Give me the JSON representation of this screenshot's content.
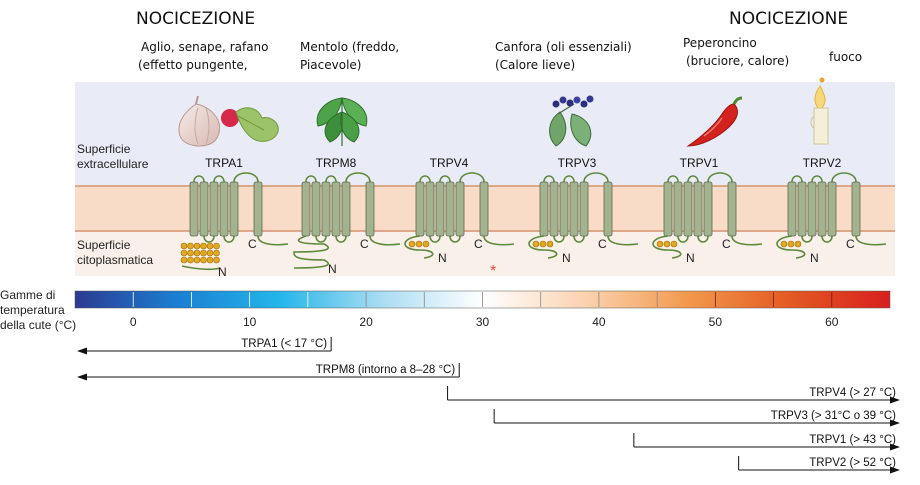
{
  "headers": {
    "left": "NOCICEZIONE",
    "right": "NOCICEZIONE"
  },
  "stimuli": [
    {
      "line1": "Aglio, senape, rafano",
      "line2": "(effetto pungente,"
    },
    {
      "line1": "Mentolo (freddo,",
      "line2": "Piacevole)"
    },
    {
      "line1": "Canfora (oli essenziali)",
      "line2": "(Calore lieve)"
    },
    {
      "line1": "Peperoncino",
      "line2": "(bruciore, calore)"
    },
    {
      "line1": "fuoco",
      "line2": ""
    }
  ],
  "membrane": {
    "extracellular": [
      "Superficie",
      "extracellulare"
    ],
    "cytoplasmic": [
      "Superficie",
      "citoplasmatica"
    ],
    "n_label": "N",
    "c_label": "C"
  },
  "channels": [
    {
      "name": "TRPA1",
      "n_dots": 18,
      "icon": "garlic-radish-icon"
    },
    {
      "name": "TRPM8",
      "n_dots": 0,
      "icon": "mint-leaves-icon"
    },
    {
      "name": "TRPV4",
      "n_dots": 3,
      "icon": ""
    },
    {
      "name": "TRPV3",
      "n_dots": 3,
      "icon": "camphor-plant-icon"
    },
    {
      "name": "TRPV1",
      "n_dots": 3,
      "icon": "chili-pepper-icon"
    },
    {
      "name": "TRPV2",
      "n_dots": 3,
      "icon": "candle-flame-icon"
    }
  ],
  "marker": "*",
  "colors": {
    "extracellular_band": "#e9ecf6",
    "membrane_band": "#f8dcc8",
    "helix_fill": "#a4b38f",
    "loop_stroke": "#5b8a3a",
    "dot_fill": "#e2a81e",
    "marker": "#e0483c"
  },
  "temperature_scale": {
    "label": [
      "Gamme di",
      "temperatura",
      "della cute (°C)"
    ],
    "min": -5,
    "max": 65,
    "ticks": [
      0,
      10,
      20,
      30,
      40,
      50,
      60
    ],
    "gradient": [
      "#2c3a92",
      "#1a7fd2",
      "#23b6ea",
      "#a9dcf2",
      "#ffffff",
      "#fbd3b0",
      "#f29a4e",
      "#e35b22",
      "#d81f1f"
    ]
  },
  "ranges": [
    {
      "label": "TRPA1 (< 17 °C)",
      "from": -5,
      "to": 17,
      "direction": "left"
    },
    {
      "label": "TRPM8 (intorno a 8–28 °C)",
      "from": -5,
      "to": 28,
      "direction": "left"
    },
    {
      "label": "TRPV4 (> 27 °C)",
      "from": 27,
      "to": 65,
      "direction": "right"
    },
    {
      "label": "TRPV3 (> 31°C o 39 °C)",
      "from": 31,
      "to": 65,
      "direction": "right"
    },
    {
      "label": "TRPV1 (> 43 °C)",
      "from": 43,
      "to": 65,
      "direction": "right"
    },
    {
      "label": "TRPV2 (> 52 °C)",
      "from": 52,
      "to": 65,
      "direction": "right"
    }
  ]
}
